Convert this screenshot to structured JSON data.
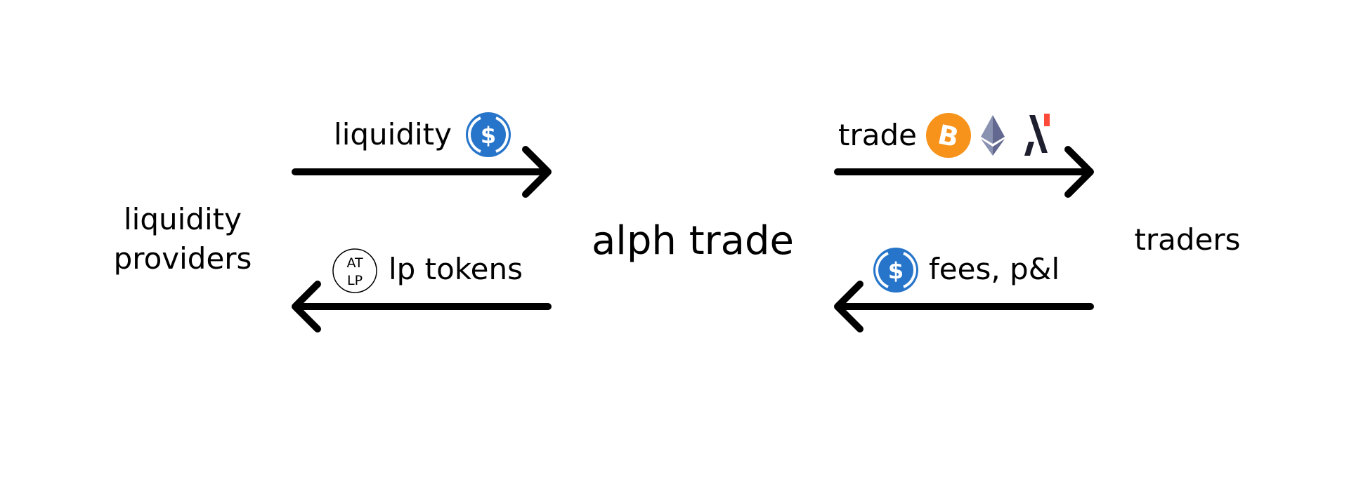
{
  "nodes": {
    "left_line1": "liquidity",
    "left_line2": "providers",
    "center": "alph trade",
    "right": "traders"
  },
  "edges": {
    "liquidity": "liquidity",
    "lp_tokens": "lp tokens",
    "trade": "trade",
    "fees": "fees, p&l"
  },
  "icons": {
    "usdc": {
      "name": "usdc-icon",
      "color": "#2775ca"
    },
    "bitcoin": {
      "name": "bitcoin-icon",
      "color": "#f7931a"
    },
    "ethereum": {
      "name": "ethereum-icon",
      "color": "#627eea"
    },
    "alph": {
      "name": "alephium-icon",
      "accent": "#ff4a3a",
      "body": "#1d1f2e"
    },
    "lp_token": {
      "name": "lp-token-icon",
      "text_top": "AT",
      "text_bottom": "LP"
    }
  }
}
